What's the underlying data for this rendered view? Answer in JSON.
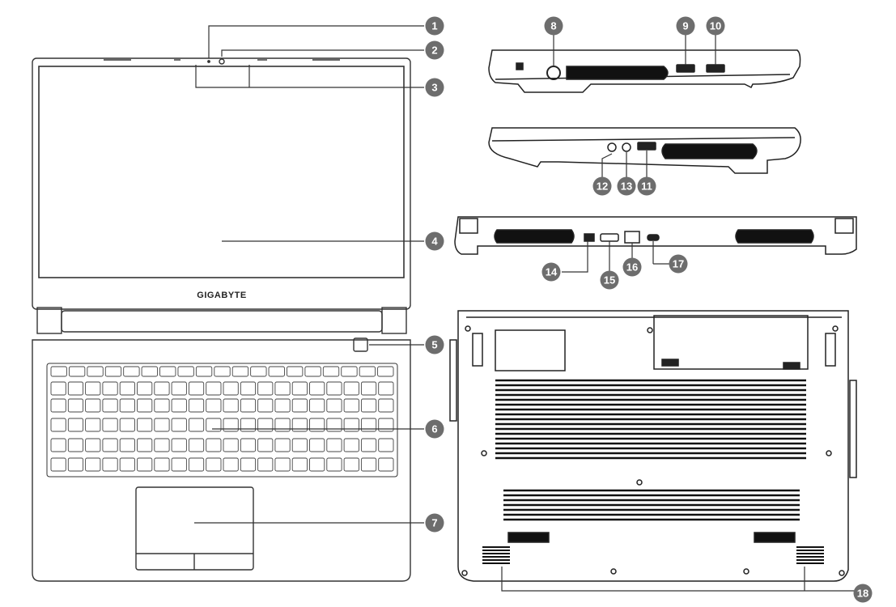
{
  "diagram": {
    "brand": "GIGABYTE",
    "callouts": [
      "1",
      "2",
      "3",
      "4",
      "5",
      "6",
      "7",
      "8",
      "9",
      "10",
      "11",
      "12",
      "13",
      "14",
      "15",
      "16",
      "17",
      "18"
    ],
    "colors": {
      "badge": "#6d6d6d",
      "line": "#333333",
      "vent": "#111111"
    }
  }
}
